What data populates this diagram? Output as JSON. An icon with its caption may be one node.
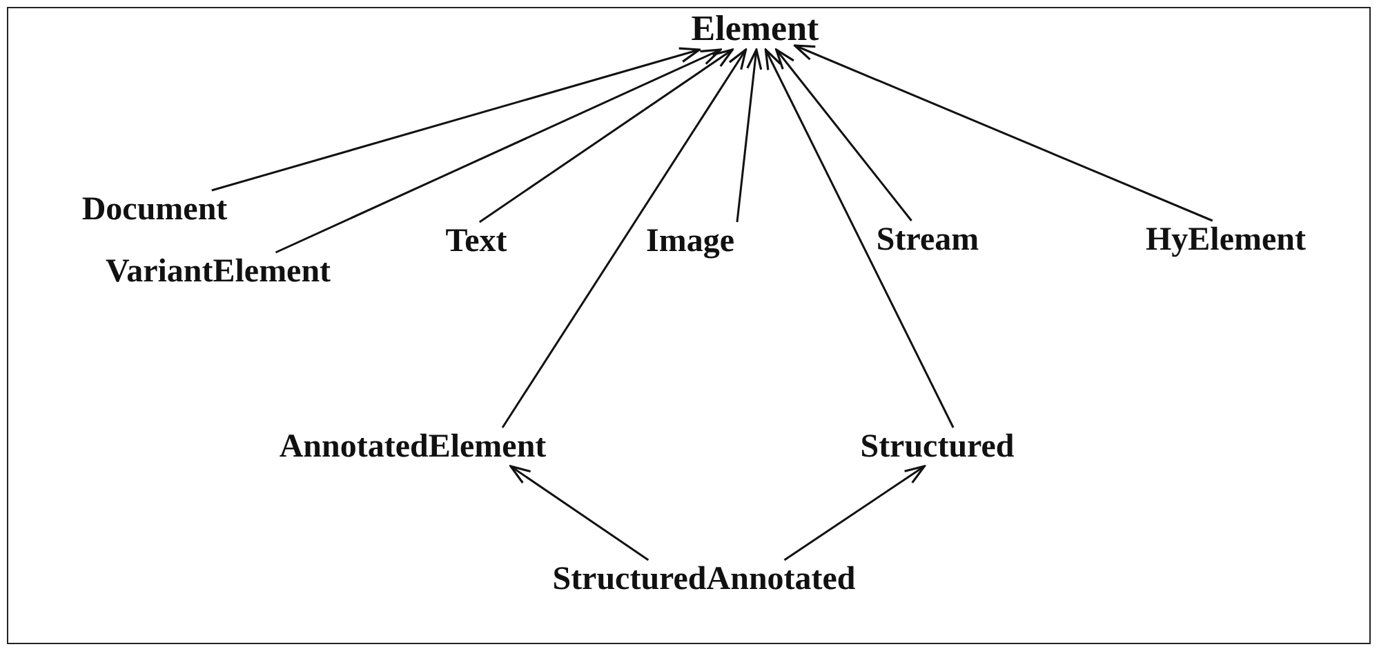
{
  "diagram": {
    "nodes": [
      {
        "text": [
          "Element"
        ]
      },
      {
        "text": [
          "Document"
        ]
      },
      {
        "text": [
          "VariantElement"
        ]
      },
      {
        "text": [
          "Text"
        ]
      },
      {
        "text": [
          "Image"
        ]
      },
      {
        "text": [
          "Stream"
        ]
      },
      {
        "text": [
          "HyElement"
        ]
      },
      {
        "text": [
          "AnnotatedElement"
        ]
      },
      {
        "text": [
          "Structured"
        ]
      },
      {
        "text": [
          "StructuredAnnotated"
        ]
      }
    ],
    "edges": [
      {
        "from": 1,
        "to": 0,
        "arrow": "to"
      },
      {
        "from": 2,
        "to": 0,
        "arrow": "to"
      },
      {
        "from": 3,
        "to": 0,
        "arrow": "to"
      },
      {
        "from": 7,
        "to": 0,
        "arrow": "to"
      },
      {
        "from": 4,
        "to": 0,
        "arrow": "to"
      },
      {
        "from": 8,
        "to": 0,
        "arrow": "to"
      },
      {
        "from": 5,
        "to": 0,
        "arrow": "to"
      },
      {
        "from": 6,
        "to": 0,
        "arrow": "to"
      },
      {
        "from": 9,
        "to": 7,
        "arrow": "to"
      },
      {
        "from": 9,
        "to": 8,
        "arrow": "to"
      }
    ]
  }
}
